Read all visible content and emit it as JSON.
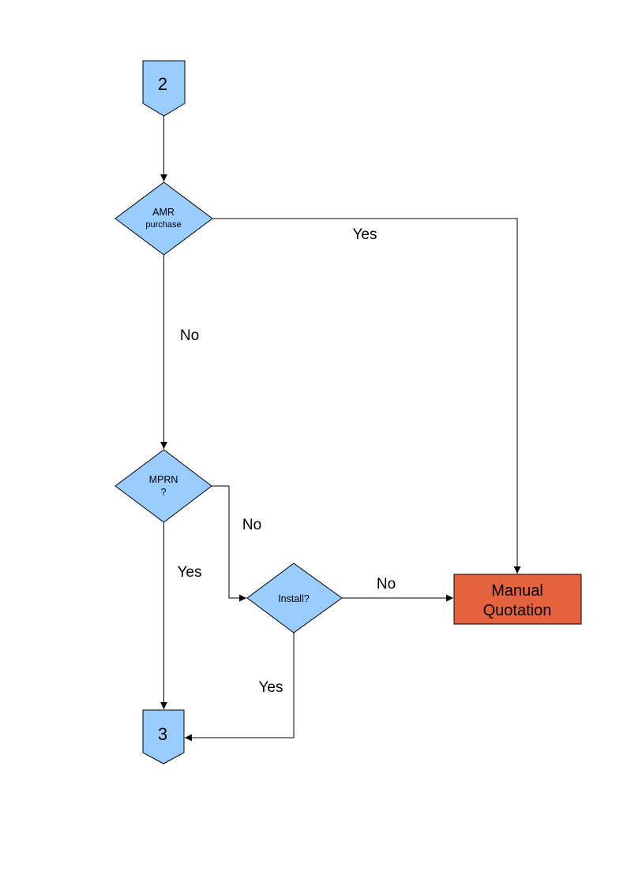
{
  "flowchart": {
    "nodes": [
      {
        "id": "connector-2",
        "type": "off-page-connector",
        "label": "2"
      },
      {
        "id": "amr-purchase",
        "type": "decision",
        "label_line1": "AMR",
        "label_line2": "purchase"
      },
      {
        "id": "mprn",
        "type": "decision",
        "label_line1": "MPRN",
        "label_line2": "?"
      },
      {
        "id": "install",
        "type": "decision",
        "label": "Install?"
      },
      {
        "id": "manual-quotation",
        "type": "process",
        "label_line1": "Manual",
        "label_line2": "Quotation"
      },
      {
        "id": "connector-3",
        "type": "off-page-connector",
        "label": "3"
      }
    ],
    "edges": [
      {
        "from": "connector-2",
        "to": "amr-purchase",
        "label": ""
      },
      {
        "from": "amr-purchase",
        "to": "manual-quotation",
        "label": "Yes"
      },
      {
        "from": "amr-purchase",
        "to": "mprn",
        "label": "No"
      },
      {
        "from": "mprn",
        "to": "install",
        "label": "No"
      },
      {
        "from": "mprn",
        "to": "connector-3",
        "label": "Yes"
      },
      {
        "from": "install",
        "to": "manual-quotation",
        "label": "No"
      },
      {
        "from": "install",
        "to": "connector-3",
        "label": "Yes"
      }
    ],
    "colors": {
      "node_fill": "#99CCFF",
      "node_border": "#000000",
      "terminal_fill": "#E4623E",
      "line": "#000000",
      "background": "#FFFFFF"
    }
  }
}
